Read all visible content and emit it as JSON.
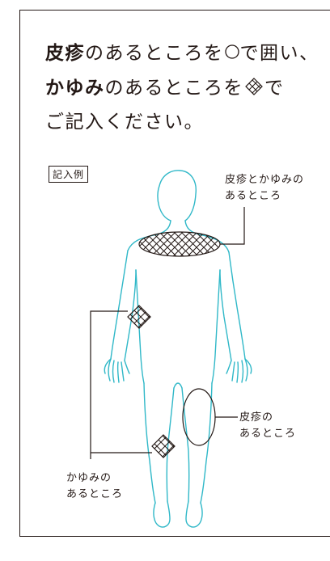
{
  "instructions": {
    "line1_bold": "皮疹",
    "line1_rest": "のあるところを",
    "line1_symbol": "circle-icon",
    "line1_end": "で囲い、",
    "line2_bold": "かゆみ",
    "line2_rest": "のあるところを",
    "line2_symbol": "diamond-hatch-icon",
    "line2_end": "で",
    "line3": "ご記入ください。"
  },
  "example": {
    "tag": "記入例",
    "label_both_line1": "皮疹とかゆみの",
    "label_both_line2": "あるところ",
    "label_rash_line1": "皮疹の",
    "label_rash_line2": "あるところ",
    "label_itch_line1": "かゆみの",
    "label_itch_line2": "あるところ"
  },
  "colors": {
    "outline": "#30b8c8",
    "ink": "#231815",
    "background": "#ffffff"
  }
}
